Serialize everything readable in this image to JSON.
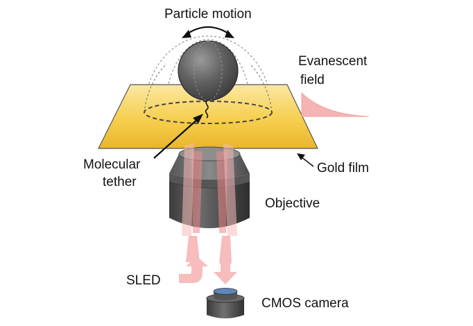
{
  "labels": {
    "particle_motion": "Particle motion",
    "evanescent_line1": "Evanescent",
    "evanescent_line2": "field",
    "molecular_line1": "Molecular",
    "molecular_line2": "tether",
    "gold_film": "Gold film",
    "objective": "Objective",
    "sled": "SLED",
    "cmos_camera": "CMOS camera"
  },
  "colors": {
    "gold_film": "#f6cf4e",
    "particle": "#5a5a5a",
    "objective_body": "#4a4a4a",
    "beam": "#f2a7a7",
    "evanescent": "#f5b3b3",
    "camera_sensor": "#5f86b8"
  }
}
